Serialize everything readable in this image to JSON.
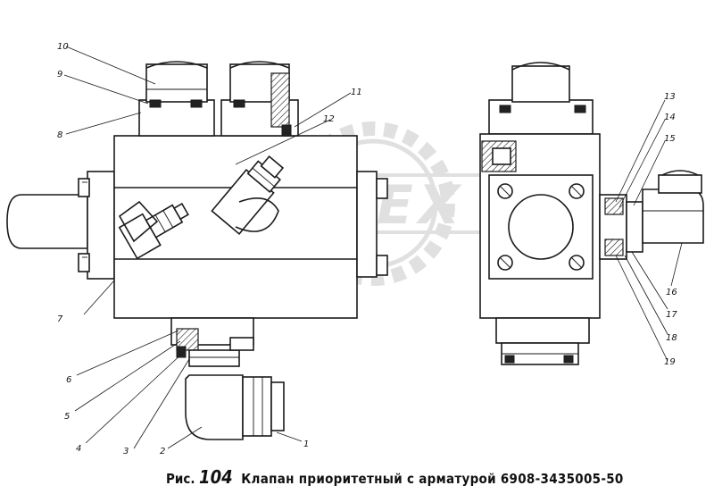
{
  "figure": {
    "prefix": "Рис.",
    "number": "104",
    "title": "Клапан приоритетный с арматурой 6908-3435005-50"
  },
  "watermark": {
    "text": "OPEX",
    "color": "#c8c8c8"
  },
  "callouts": [
    "1",
    "2",
    "3",
    "4",
    "5",
    "6",
    "7",
    "8",
    "9",
    "10",
    "11",
    "12",
    "13",
    "14",
    "15",
    "16",
    "17",
    "18",
    "19"
  ],
  "colors": {
    "line": "#1a1a1a",
    "background": "#ffffff"
  }
}
